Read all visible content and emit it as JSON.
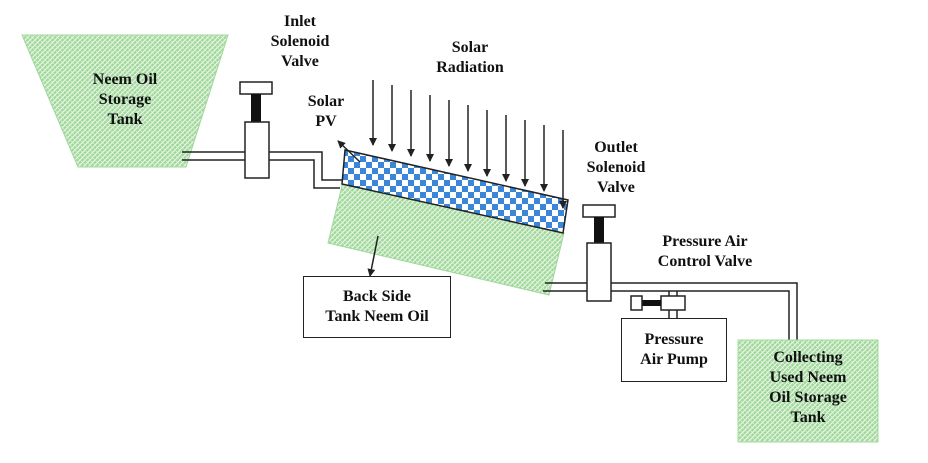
{
  "labels": {
    "neem_oil_storage_tank": [
      "Neem Oil",
      "Storage",
      "Tank"
    ],
    "inlet_solenoid_valve": [
      "Inlet",
      "Solenoid",
      "Valve"
    ],
    "solar_radiation": [
      "Solar",
      "Radiation"
    ],
    "solar_pv": [
      "Solar",
      "PV"
    ],
    "outlet_solenoid_valve": [
      "Outlet",
      "Solenoid",
      "Valve"
    ],
    "pressure_air_control_valve": [
      "Pressure Air",
      "Control Valve"
    ],
    "back_side_tank": [
      "Back Side",
      "Tank Neem Oil"
    ],
    "pressure_air_pump": [
      "Pressure",
      "Air Pump"
    ],
    "collecting_tank": [
      "Collecting",
      "Used Neem",
      "Oil Storage",
      "Tank"
    ]
  },
  "colors": {
    "tank_fill": "#9fd89a",
    "tank_hatch": "#ffffff",
    "pv_blue": "#3b86d8",
    "pv_light": "#ffffff",
    "line": "#222222"
  }
}
